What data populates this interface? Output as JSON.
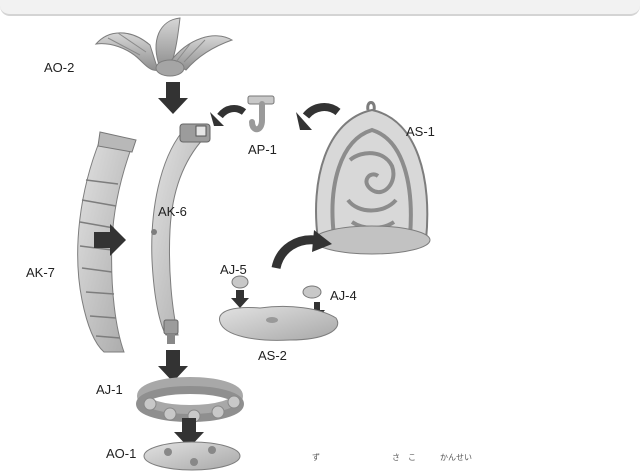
{
  "labels": {
    "ao2": "AO-2",
    "ap1": "AP-1",
    "as1": "AS-1",
    "ak6": "AK-6",
    "ak7": "AK-7",
    "aj5": "AJ-5",
    "aj4": "AJ-4",
    "as2": "AS-2",
    "aj1": "AJ-1",
    "ao1": "AO-1"
  },
  "footer": {
    "ruby": "ず　　　　　　　　　さ　こ　　　かんせい"
  },
  "colors": {
    "part_fill": "#c9c9c9",
    "part_light": "#dcdcdc",
    "part_dark": "#9a9a9a",
    "arrow": "#333333"
  }
}
